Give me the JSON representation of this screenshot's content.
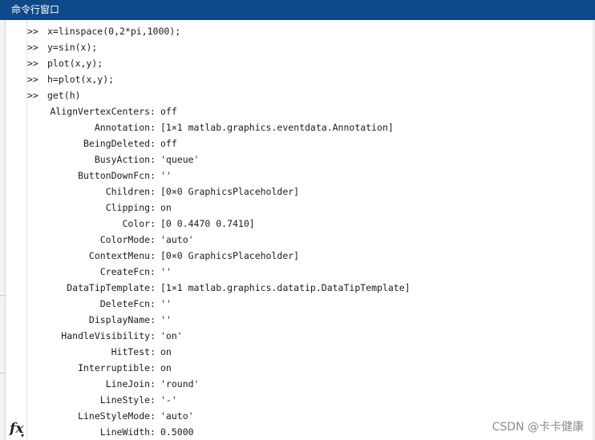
{
  "window": {
    "title": "命令行窗口"
  },
  "commands": [
    {
      "prompt": ">>",
      "text": "x=linspace(0,2*pi,1000);"
    },
    {
      "prompt": ">>",
      "text": "y=sin(x);"
    },
    {
      "prompt": ">>",
      "text": "plot(x,y);"
    },
    {
      "prompt": ">>",
      "text": "h=plot(x,y);"
    },
    {
      "prompt": ">>",
      "text": "get(h)"
    }
  ],
  "properties": [
    {
      "name": "AlignVertexCenters:",
      "value": "off"
    },
    {
      "name": "Annotation:",
      "value": "[1×1 matlab.graphics.eventdata.Annotation]"
    },
    {
      "name": "BeingDeleted:",
      "value": "off"
    },
    {
      "name": "BusyAction:",
      "value": "'queue'"
    },
    {
      "name": "ButtonDownFcn:",
      "value": "''"
    },
    {
      "name": "Children:",
      "value": "[0×0 GraphicsPlaceholder]"
    },
    {
      "name": "Clipping:",
      "value": "on"
    },
    {
      "name": "Color:",
      "value": "[0 0.4470 0.7410]"
    },
    {
      "name": "ColorMode:",
      "value": "'auto'"
    },
    {
      "name": "ContextMenu:",
      "value": "[0×0 GraphicsPlaceholder]"
    },
    {
      "name": "CreateFcn:",
      "value": "''"
    },
    {
      "name": "DataTipTemplate:",
      "value": "[1×1 matlab.graphics.datatip.DataTipTemplate]"
    },
    {
      "name": "DeleteFcn:",
      "value": "''"
    },
    {
      "name": "DisplayName:",
      "value": "''"
    },
    {
      "name": "HandleVisibility:",
      "value": "'on'"
    },
    {
      "name": "HitTest:",
      "value": "on"
    },
    {
      "name": "Interruptible:",
      "value": "on"
    },
    {
      "name": "LineJoin:",
      "value": "'round'"
    },
    {
      "name": "LineStyle:",
      "value": "'-'"
    },
    {
      "name": "LineStyleMode:",
      "value": "'auto'"
    },
    {
      "name": "LineWidth:",
      "value": "0.5000"
    }
  ],
  "gutter": {
    "fx_icon": "fx-function-browser-icon",
    "fx_label": "fx"
  },
  "watermark": "CSDN @卡卡健康",
  "colors": {
    "titlebar": "#0e4a8a",
    "title_text": "#ffffff"
  }
}
